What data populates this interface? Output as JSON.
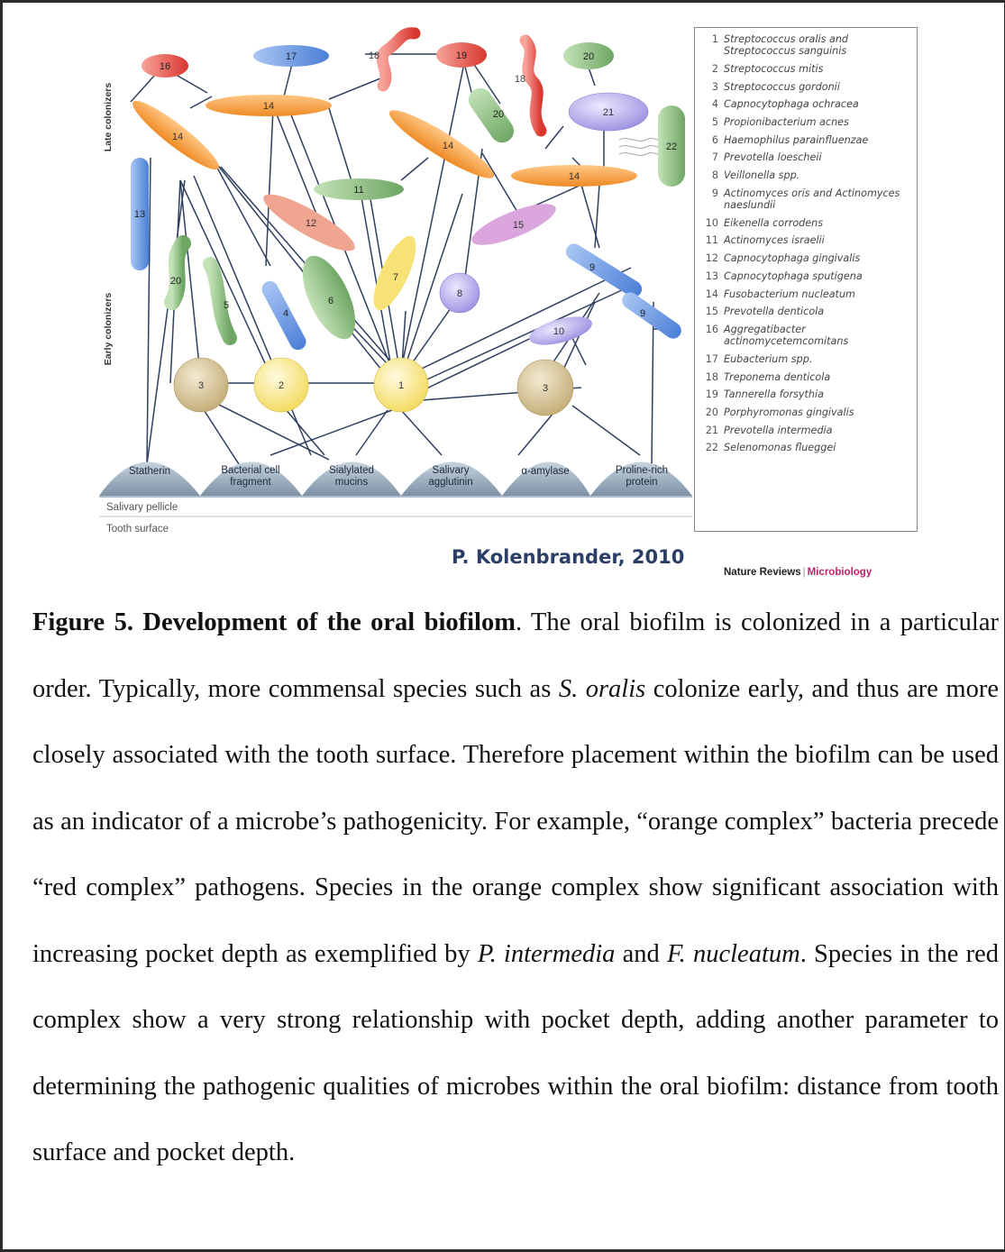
{
  "diagram": {
    "zone_labels": {
      "late": "Late colonizers",
      "early": "Early colonizers"
    },
    "surface_labels": {
      "pellicle": "Salivary pellicle",
      "tooth": "Tooth surface"
    },
    "receptors": [
      {
        "id": "statherin",
        "lines": [
          "Statherin",
          ""
        ]
      },
      {
        "id": "bacterial-cell-fragment",
        "lines": [
          "Bacterial cell",
          "fragment"
        ]
      },
      {
        "id": "sialylated-mucins",
        "lines": [
          "Sialylated",
          "mucins"
        ]
      },
      {
        "id": "salivary-agglutinin",
        "lines": [
          "Salivary",
          "agglutinin"
        ]
      },
      {
        "id": "alpha-amylase",
        "lines": [
          "α-amylase",
          ""
        ]
      },
      {
        "id": "proline-rich-protein",
        "lines": [
          "Proline-rich",
          "protein"
        ]
      }
    ],
    "organisms": [
      {
        "label": "1",
        "color": "#fbe9a0"
      },
      {
        "label": "2",
        "color": "#f7e98f"
      },
      {
        "label": "3",
        "color": "#d8c79a"
      },
      {
        "label": "3",
        "color": "#d8c79a"
      },
      {
        "label": "4",
        "color": "#6f9ee6"
      },
      {
        "label": "5",
        "color": "#8fbd83"
      },
      {
        "label": "6",
        "color": "#8dbd7d"
      },
      {
        "label": "7",
        "color": "#f6e277"
      },
      {
        "label": "8",
        "color": "#b9b1ee"
      },
      {
        "label": "9",
        "color": "#6f9ee6"
      },
      {
        "label": "9",
        "color": "#6f9ee6"
      },
      {
        "label": "10",
        "color": "#b9b1ee"
      },
      {
        "label": "11",
        "color": "#a7cf99"
      },
      {
        "label": "12",
        "color": "#f0a590"
      },
      {
        "label": "13",
        "color": "#6f9ee6"
      },
      {
        "label": "14",
        "color": "#f6a94d"
      },
      {
        "label": "15",
        "color": "#dba6de"
      },
      {
        "label": "16",
        "color": "#e8554a"
      },
      {
        "label": "17",
        "color": "#6f9ee6"
      },
      {
        "label": "18",
        "color": "#e0473f"
      },
      {
        "label": "19",
        "color": "#e8554a"
      },
      {
        "label": "20",
        "color": "#8fbd83"
      },
      {
        "label": "21",
        "color": "#b9b1ee"
      },
      {
        "label": "22",
        "color": "#8fbd83"
      }
    ]
  },
  "legend": [
    {
      "num": "1",
      "name": "Streptococcus oralis and Streptococcus sanguinis"
    },
    {
      "num": "2",
      "name": "Streptococcus mitis"
    },
    {
      "num": "3",
      "name": "Streptococcus gordonii"
    },
    {
      "num": "4",
      "name": "Capnocytophaga ochracea"
    },
    {
      "num": "5",
      "name": "Propionibacterium acnes"
    },
    {
      "num": "6",
      "name": "Haemophilus parainfluenzae"
    },
    {
      "num": "7",
      "name": "Prevotella loescheii"
    },
    {
      "num": "8",
      "name": "Veillonella spp."
    },
    {
      "num": "9",
      "name": "Actinomyces oris and Actinomyces naeslundii"
    },
    {
      "num": "10",
      "name": "Eikenella corrodens"
    },
    {
      "num": "11",
      "name": "Actinomyces israelii"
    },
    {
      "num": "12",
      "name": "Capnocytophaga gingivalis"
    },
    {
      "num": "13",
      "name": "Capnocytophaga sputigena"
    },
    {
      "num": "14",
      "name": "Fusobacterium nucleatum"
    },
    {
      "num": "15",
      "name": "Prevotella denticola"
    },
    {
      "num": "16",
      "name": "Aggregatibacter actinomycetemcomitans"
    },
    {
      "num": "17",
      "name": "Eubacterium spp."
    },
    {
      "num": "18",
      "name": "Treponema denticola"
    },
    {
      "num": "19",
      "name": "Tannerella forsythia"
    },
    {
      "num": "20",
      "name": "Porphyromonas gingivalis"
    },
    {
      "num": "21",
      "name": "Prevotella intermedia"
    },
    {
      "num": "22",
      "name": "Selenomonas flueggei"
    }
  ],
  "credit": "P. Kolenbrander, 2010",
  "journal": {
    "name": "Nature Reviews",
    "separator": "|",
    "section": "Microbiology"
  },
  "caption": {
    "title": "Figure 5. Development of the oral biofilom",
    "t1": ". The oral biofilm is colonized in a particular order. Typically, more commensal species such as ",
    "i1": "S. oralis",
    "t2": " colonize early, and thus are more closely associated with the tooth surface. Therefore placement within the biofilm can be used as an indicator of a microbe’s pathogenicity. For example, “orange complex” bacteria precede “red complex” pathogens. Species in the orange complex show significant association with increasing pocket depth as exemplified by ",
    "i2": "P. intermedia",
    "t3": " and ",
    "i3": "F. nucleatum",
    "t4": ". Species in the red complex show a very strong relationship with pocket depth, adding another parameter to determining the pathogenic qualities of microbes within the oral biofilm: distance from tooth surface and pocket depth."
  }
}
